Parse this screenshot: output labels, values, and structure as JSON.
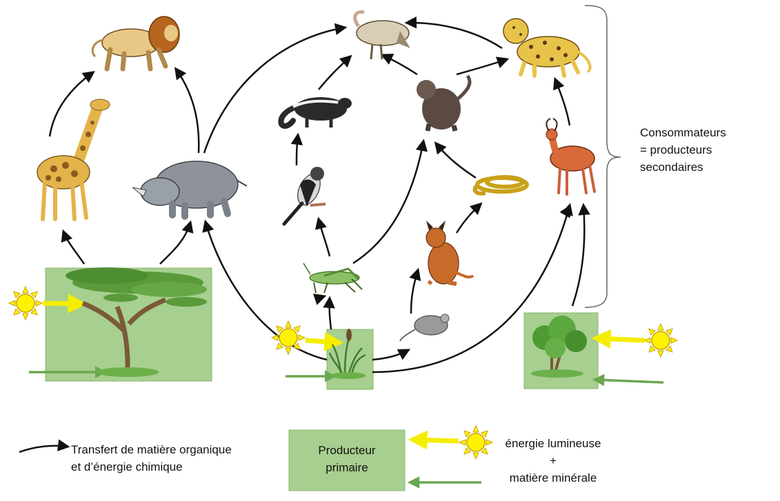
{
  "consumers_label": {
    "line1": "Consommateurs",
    "line2": "= producteurs",
    "line3": "secondaires"
  },
  "legend": {
    "transfer_line1": "Transfert de matière organique",
    "transfer_line2": "et d’énergie chimique",
    "producer_line1": "Producteur",
    "producer_line2": "primaire",
    "energy_line1": "énergie lumineuse",
    "energy_plus": "+",
    "energy_line2": "matière minérale"
  },
  "colors": {
    "producer_fill": "#a7cf8f",
    "producer_border": "#88b46d",
    "sun": "#fff000",
    "sun_outline": "#d2a800",
    "light_arrow": "#f5ee00",
    "mineral_arrow": "#6aa84f",
    "transfer_arrow": "#111111"
  },
  "organisms": [
    {
      "name": "lion-icon"
    },
    {
      "name": "giraffe-icon"
    },
    {
      "name": "rhinoceros-icon"
    },
    {
      "name": "vulture-icon"
    },
    {
      "name": "skunk-icon"
    },
    {
      "name": "shrike-bird-icon"
    },
    {
      "name": "grasshopper-icon"
    },
    {
      "name": "baboon-icon"
    },
    {
      "name": "snake-icon"
    },
    {
      "name": "caracal-icon"
    },
    {
      "name": "mouse-icon"
    },
    {
      "name": "leopard-icon"
    },
    {
      "name": "impala-icon"
    },
    {
      "name": "acacia-tree-icon"
    },
    {
      "name": "grass-icon"
    },
    {
      "name": "shrub-icon"
    }
  ]
}
